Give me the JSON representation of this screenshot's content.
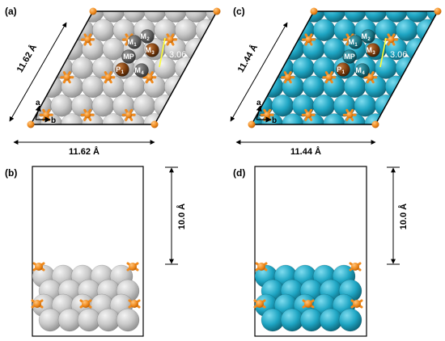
{
  "colors": {
    "host_a": "#c8c8c8",
    "host_c": "#1ea5c3",
    "adsorbate": "#f08a1d",
    "site_dark_a": "#5c5c5c",
    "site_dark_c": "#16707f",
    "site_p": "#7a3b0c",
    "bond_marker": "#ffff33"
  },
  "panels": {
    "a": {
      "label": "(a)",
      "width": "11.62 Å",
      "height": "11.62 Å",
      "axis_a": "a",
      "axis_b": "b",
      "bond": "3.06",
      "sites": [
        {
          "main": "M",
          "sub": "1"
        },
        {
          "main": "M",
          "sub": "2"
        },
        {
          "main": "M",
          "sub": "3"
        },
        {
          "main": "M",
          "sub": "4"
        },
        {
          "main": "MP",
          "sub": ""
        },
        {
          "main": "P",
          "sub": "1"
        }
      ]
    },
    "b": {
      "label": "(b)",
      "vacuum": "10.0 Å"
    },
    "c": {
      "label": "(c)",
      "width": "11.44 Å",
      "height": "11.44 Å",
      "axis_a": "a",
      "axis_b": "b",
      "bond": "3.06",
      "sites": [
        {
          "main": "M",
          "sub": "1"
        },
        {
          "main": "M",
          "sub": "2"
        },
        {
          "main": "M",
          "sub": "3"
        },
        {
          "main": "M",
          "sub": "4"
        },
        {
          "main": "MP",
          "sub": ""
        },
        {
          "main": "P",
          "sub": "1"
        }
      ]
    },
    "d": {
      "label": "(d)",
      "vacuum": "10.0 Å"
    }
  }
}
